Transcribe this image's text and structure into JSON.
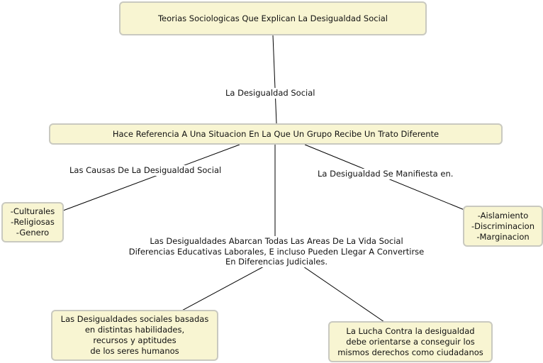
{
  "concepts": {
    "root": "Teorias Sociologicas Que Explican La Desigualdad Social",
    "definition": "Hace Referencia A Una Situacion En La Que Un Grupo Recibe Un Trato Diferente",
    "causes": "-Culturales\n-Religiosas\n-Genero",
    "manifestations": "-Aislamiento\n-Discriminacion\n-Marginacion",
    "based_on": "Las Desigualdades sociales basadas\nen distintas habilidades,\nrecursos y aptitudes\nde los seres humanos",
    "fight": "La Lucha Contra la desigualdad\ndebe orientarse a conseguir los\nmismos derechos como ciudadanos"
  },
  "links": {
    "root_to_definition": "La Desigualdad Social",
    "causes": "Las Causas De La Desigualdad Social",
    "manifests": "La Desigualdad Se Manifiesta en.",
    "areas": "Las Desigualdades Abarcan Todas Las Areas De La Vida Social\nDiferencias Educativas Laborales, E incluso Pueden Llegar A Convertirse\nEn Diferencias Judiciales."
  },
  "colors": {
    "node_fill": "#f8f5d2",
    "node_border": "#c9c9c0",
    "line": "#000000"
  }
}
